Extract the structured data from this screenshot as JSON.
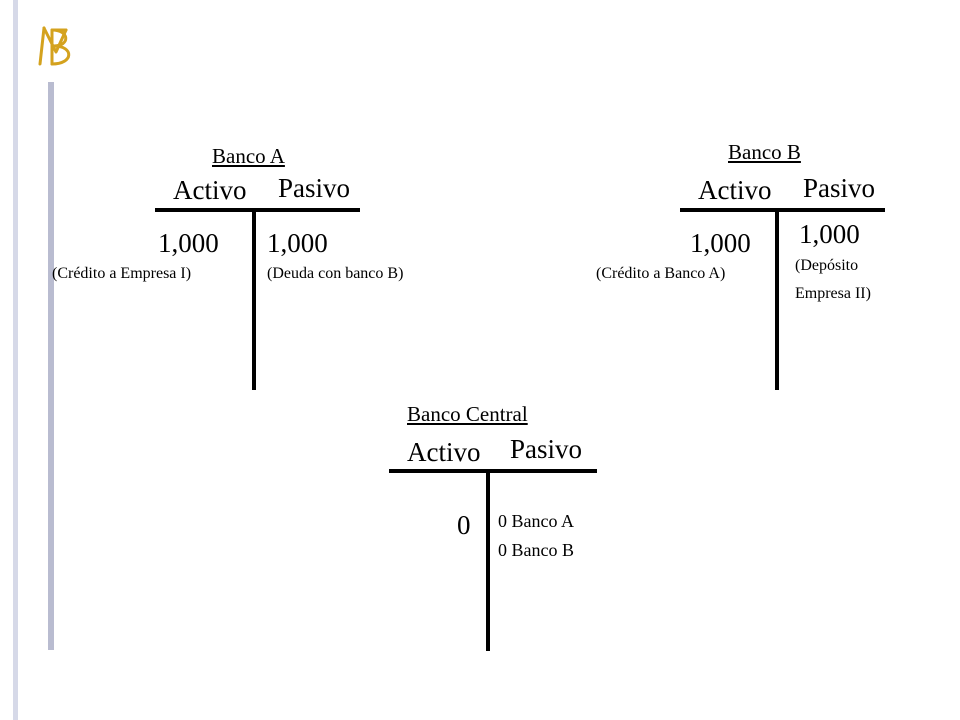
{
  "logo": {
    "icon": "monogram-mb-logo",
    "color": "#d4a21e"
  },
  "banco_a": {
    "name": "Banco A",
    "activo": "Activo",
    "pasivo": "Pasivo",
    "activo_amount": "1,000",
    "activo_note": "(Crédito a Empresa I)",
    "pasivo_amount": "1,000",
    "pasivo_note": "(Deuda con banco B)"
  },
  "banco_b": {
    "name": "Banco B",
    "activo": "Activo",
    "pasivo": "Pasivo",
    "activo_amount": "1,000",
    "activo_note": "(Crédito a Banco A)",
    "pasivo_amount": "1,000",
    "pasivo_note_lines": [
      "(Depósito",
      "Empresa II)"
    ]
  },
  "banco_central": {
    "name": "Banco Central",
    "activo": "Activo",
    "pasivo": "Pasivo",
    "activo_amount": "0",
    "pasivo_items": [
      "0 Banco A",
      "0 Banco B"
    ]
  }
}
